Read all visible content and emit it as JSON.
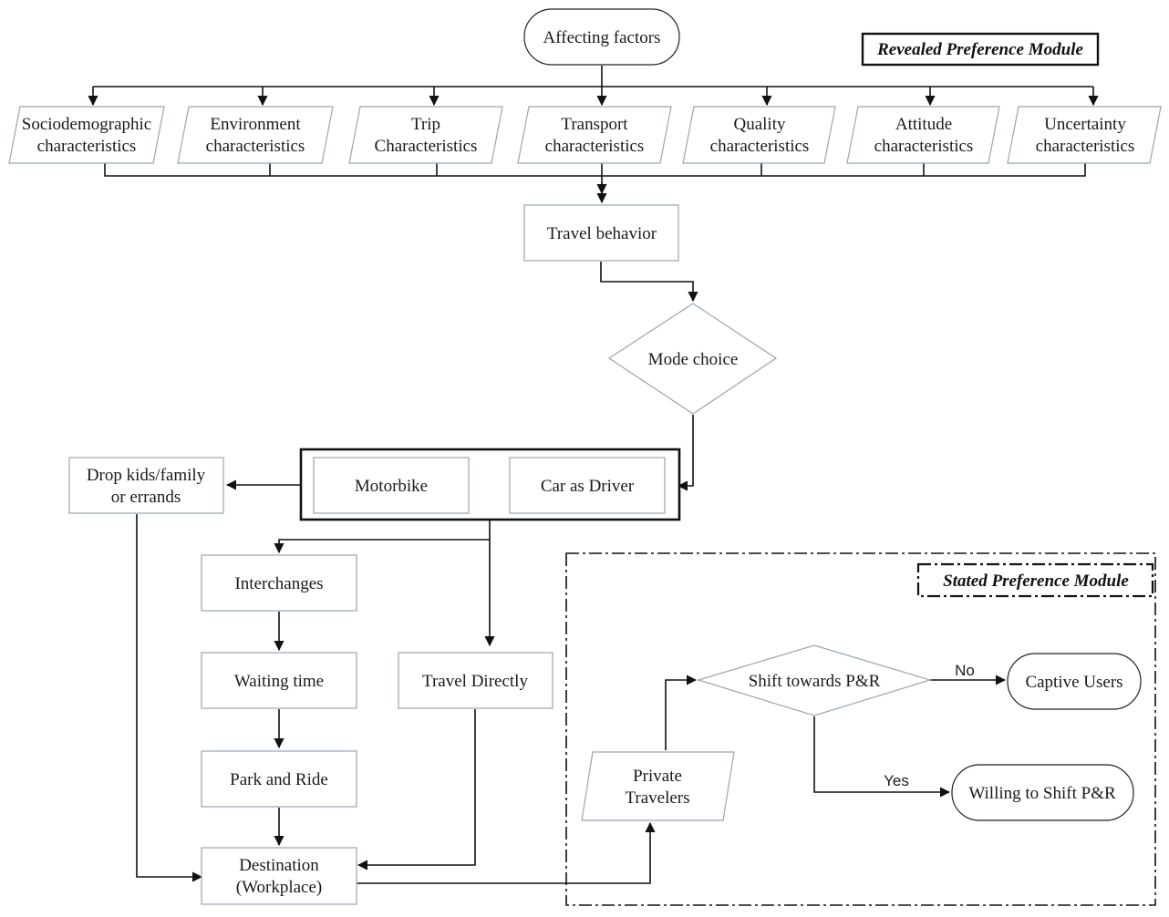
{
  "modules": {
    "revealed": "Revealed Preference Module",
    "stated": "Stated Preference Module"
  },
  "nodes": {
    "affecting_factors": "Affecting factors",
    "factors": [
      [
        "Sociodemographic",
        "characteristics"
      ],
      [
        "Environment",
        "characteristics"
      ],
      [
        "Trip",
        "Characteristics"
      ],
      [
        "Transport",
        "characteristics"
      ],
      [
        "Quality",
        "characteristics"
      ],
      [
        "Attitude",
        "characteristics"
      ],
      [
        "Uncertainty",
        "characteristics"
      ]
    ],
    "travel_behavior": "Travel behavior",
    "mode_choice": "Mode choice",
    "motorbike": "Motorbike",
    "car_as_driver": "Car as Driver",
    "drop_kids": [
      "Drop kids/family",
      "or errands"
    ],
    "interchanges": "Interchanges",
    "waiting_time": "Waiting time",
    "park_and_ride": "Park and Ride",
    "travel_directly": "Travel Directly",
    "destination": [
      "Destination",
      "(Workplace)"
    ],
    "private_travelers": [
      "Private",
      "Travelers"
    ],
    "shift_towards": "Shift towards P&R",
    "captive_users": "Captive Users",
    "willing_to_shift": "Willing to Shift P&R"
  },
  "edge_labels": {
    "no": "No",
    "yes": "Yes"
  }
}
